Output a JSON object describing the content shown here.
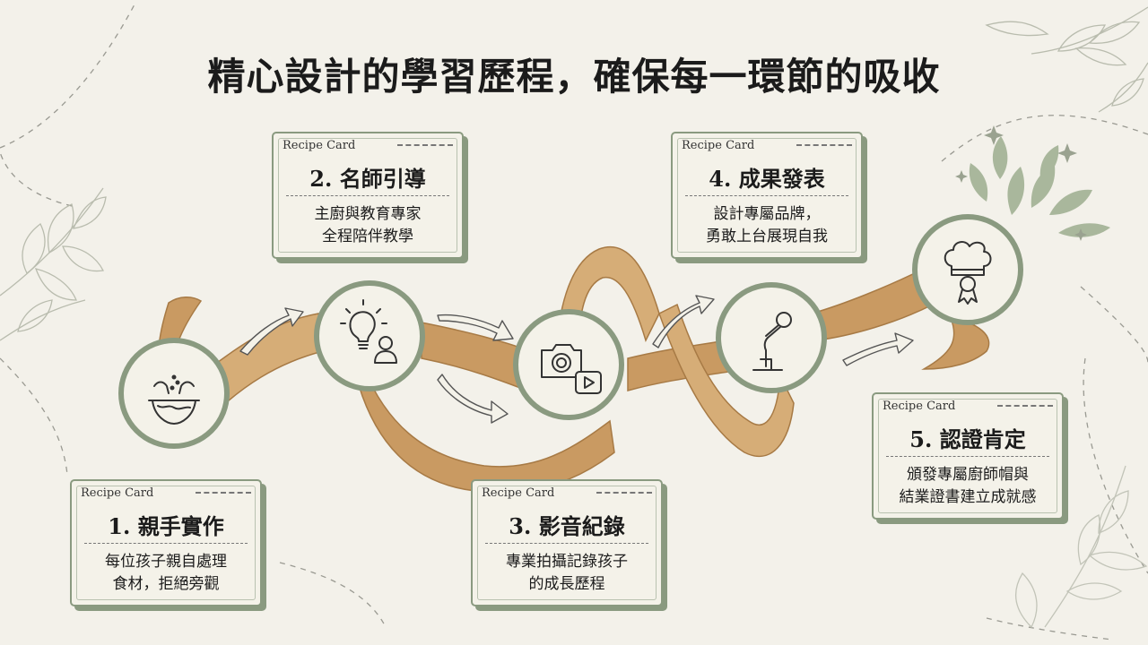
{
  "title": "精心設計的學習歷程，確保每一環節的吸收",
  "steps": [
    {
      "tag": "Recipe Card",
      "title": "1. 親手實作",
      "desc_line1": "每位孩子親自處理",
      "desc_line2": "食材，拒絕旁觀",
      "icon": "cooking-bowl-icon"
    },
    {
      "tag": "Recipe Card",
      "title": "2. 名師引導",
      "desc_line1": "主廚與教育專家",
      "desc_line2": "全程陪伴教學",
      "icon": "lightbulb-teacher-icon"
    },
    {
      "tag": "Recipe Card",
      "title": "3. 影音紀錄",
      "desc_line1": "專業拍攝記錄孩子",
      "desc_line2": "的成長歷程",
      "icon": "camera-video-icon"
    },
    {
      "tag": "Recipe Card",
      "title": "4. 成果發表",
      "desc_line1": "設計專屬品牌，",
      "desc_line2": "勇敢上台展現自我",
      "icon": "microphone-icon"
    },
    {
      "tag": "Recipe Card",
      "title": "5. 認證肯定",
      "desc_line1": "頒發專屬廚師帽與",
      "desc_line2": "結業證書建立成就感",
      "icon": "chef-hat-award-icon"
    }
  ],
  "colors": {
    "background": "#f3f1ea",
    "ribbon": "#c99a62",
    "sage": "#8a9a80",
    "card": "#f4f2e9",
    "text": "#1b1b1b"
  }
}
